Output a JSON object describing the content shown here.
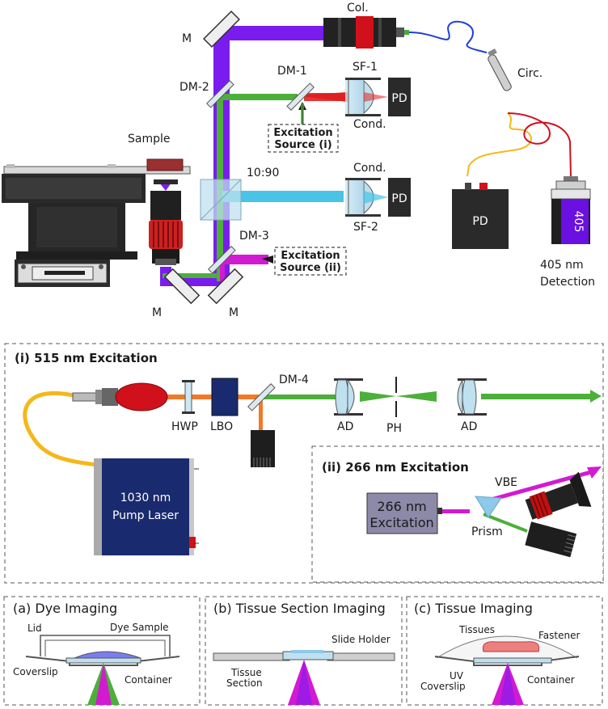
{
  "colors": {
    "uv405": "#7a1cf0",
    "green": "#4caf3a",
    "cyan": "#49c3e6",
    "red": "#e02020",
    "magenta": "#d21ad2",
    "orange": "#f07a2a",
    "yellow_fiber": "#f3b81b",
    "blue_fiber": "#1f3fd8",
    "pump": "#1a2a6e",
    "excite266": "#8d89a8"
  },
  "top": {
    "mirror_top": "M",
    "collimator": "Col.",
    "circulator": "Circ.",
    "dm2": "DM-2",
    "dm1": "DM-1",
    "sf1": "SF-1",
    "pd_top": "PD",
    "cond_top": "Cond.",
    "excitation_i_line1": "Excitation",
    "excitation_i_line2": "Source (i)",
    "sample": "Sample",
    "splitter": "10:90",
    "cond_mid": "Cond.",
    "pd_mid": "PD",
    "sf2": "SF-2",
    "pd_box": "PD",
    "laser405": "405",
    "detection_line1": "405 nm",
    "detection_line2": "Detection",
    "dm3": "DM-3",
    "excitation_ii_line1": "Excitation",
    "excitation_ii_line2": "Source (ii)",
    "mirror_bl": "M",
    "mirror_br": "M"
  },
  "panel_i": {
    "title": "(i) 515 nm Excitation",
    "hwp": "HWP",
    "lbo": "LBO",
    "dm4": "DM-4",
    "ad1": "AD",
    "ph": "PH",
    "ad2": "AD",
    "pump_line1": "1030 nm",
    "pump_line2": "Pump Laser"
  },
  "panel_ii": {
    "title": "(ii) 266 nm Excitation",
    "vbe": "VBE",
    "source_line1": "266 nm",
    "source_line2": "Excitation",
    "prism": "Prism"
  },
  "panel_a": {
    "title": "(a) Dye Imaging",
    "lid": "Lid",
    "dye": "Dye Sample",
    "coverslip": "Coverslip",
    "container": "Container"
  },
  "panel_b": {
    "title": "(b) Tissue Section Imaging",
    "holder": "Slide Holder",
    "tissue_line1": "Tissue",
    "tissue_line2": "Section"
  },
  "panel_c": {
    "title": "(c) Tissue Imaging",
    "tissues": "Tissues",
    "fastener": "Fastener",
    "uv": "UV",
    "coverslip": "Coverslip",
    "container": "Container"
  }
}
